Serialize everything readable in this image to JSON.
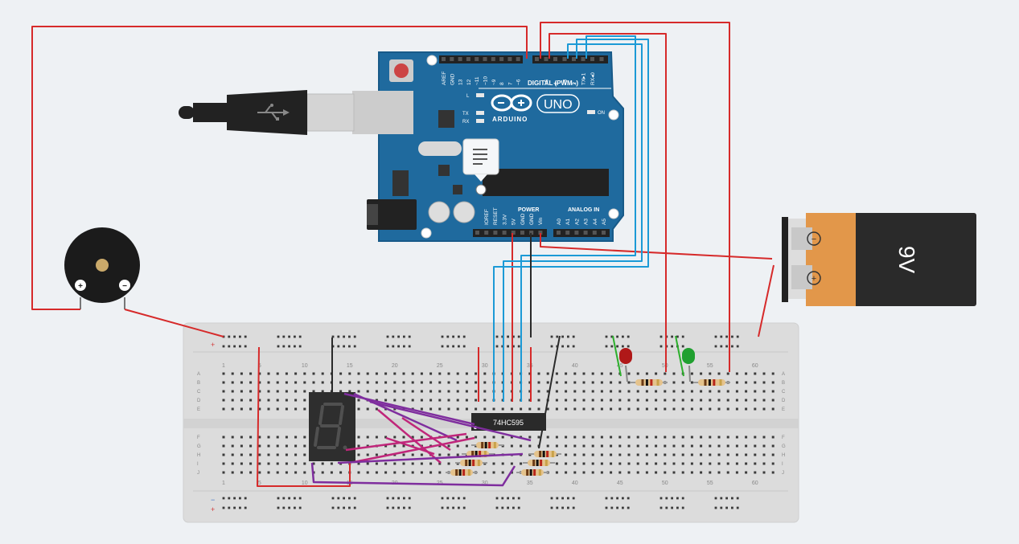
{
  "arduino": {
    "brand": "ARDUINO",
    "model": "UNO",
    "digital_header": "DIGITAL (PWM~)",
    "power_header": "POWER",
    "analog_header": "ANALOG IN",
    "led_l": "L",
    "led_tx": "TX",
    "led_rx": "RX",
    "led_on": "ON",
    "digital_pins": [
      "AREF",
      "GND",
      "13",
      "12",
      "~11",
      "~10",
      "~9",
      "8",
      "7",
      "~6",
      "~5",
      "4",
      "~3",
      "2",
      "TX▸1",
      "RX◂0"
    ],
    "power_pins": [
      "IOREF",
      "RESET",
      "3.3V",
      "5V",
      "GND",
      "GND",
      "Vin"
    ],
    "analog_pins": [
      "A0",
      "A1",
      "A2",
      "A3",
      "A4",
      "A5"
    ]
  },
  "battery": {
    "label": "9V",
    "minus": "−",
    "plus": "+"
  },
  "buzzer": {
    "plus": "+",
    "minus": "−"
  },
  "chip": {
    "label": "74HC595"
  },
  "breadboard": {
    "col_numbers_top": [
      "1",
      "5",
      "10",
      "15",
      "20",
      "25",
      "30",
      "35",
      "40",
      "45",
      "50",
      "55",
      "60"
    ],
    "col_numbers_bottom": [
      "1",
      "5",
      "10",
      "15",
      "20",
      "25",
      "30",
      "35",
      "40",
      "45",
      "50",
      "55",
      "60"
    ],
    "rows_top": [
      "A",
      "B",
      "C",
      "D",
      "E"
    ],
    "rows_bottom": [
      "F",
      "G",
      "H",
      "I",
      "J"
    ],
    "rail_plus": "+",
    "rail_minus": "−"
  },
  "colors": {
    "board": "#1f6a9e",
    "wire_red": "#d62a2a",
    "wire_blue": "#1c9ad6",
    "wire_black": "#2a2a2a",
    "wire_purple": "#7f2e9e",
    "wire_pink": "#c0267a",
    "led_red": "#b01818",
    "led_green": "#20a030"
  }
}
